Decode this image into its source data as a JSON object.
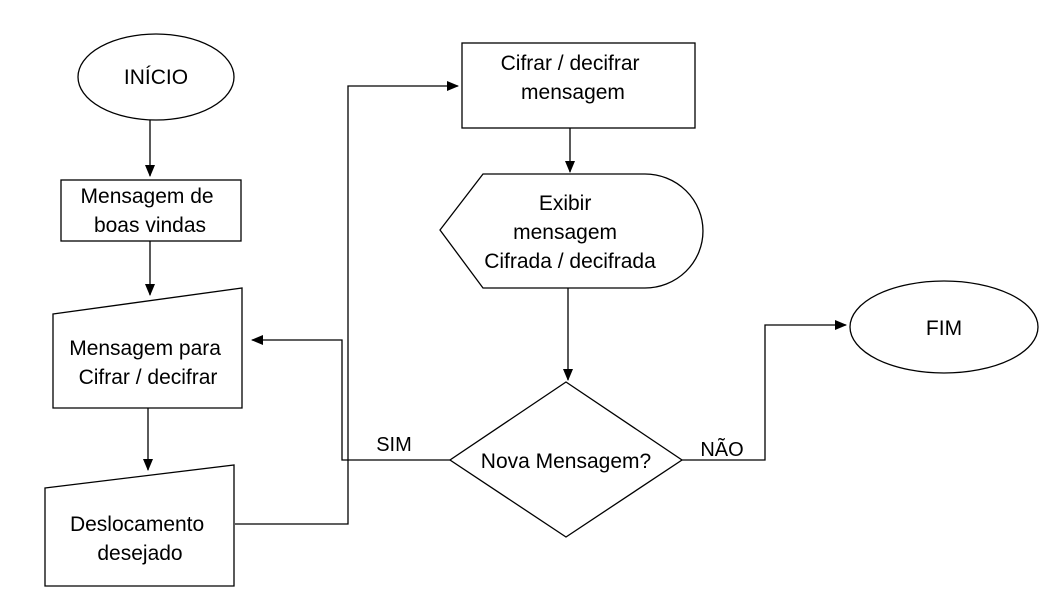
{
  "nodes": {
    "inicio": {
      "lines": [
        "INÍCIO"
      ]
    },
    "boas_vindas": {
      "lines": [
        "Mensagem de",
        "boas vindas"
      ]
    },
    "mensagem_para": {
      "lines": [
        "Mensagem para",
        "Cifrar / decifrar"
      ]
    },
    "deslocamento": {
      "lines": [
        "Deslocamento",
        "desejado"
      ]
    },
    "cifrar": {
      "lines": [
        "Cifrar / decifrar",
        "mensagem"
      ]
    },
    "exibir": {
      "lines": [
        "Exibir",
        "mensagem",
        "Cifrada / decifrada"
      ]
    },
    "decisao": {
      "lines": [
        "Nova Mensagem?"
      ]
    },
    "fim": {
      "lines": [
        "FIM"
      ]
    }
  },
  "edges": {
    "sim": "SIM",
    "nao": "NÃO"
  },
  "colors": {
    "stroke": "#000000",
    "fill": "#ffffff"
  }
}
